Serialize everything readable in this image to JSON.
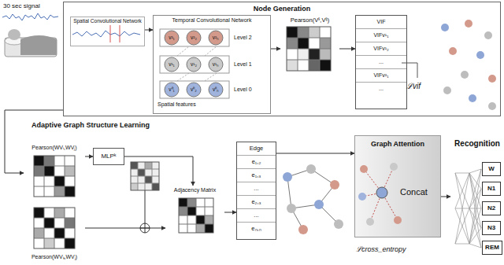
{
  "diagram": {
    "nodes": [
      {
        "text": [
          "Node Generation"
        ]
      },
      {
        "text": [
          "Spatial Convolutional Network"
        ],
        "in": 0
      },
      {
        "text": [
          "Temporal Convolutional Network"
        ],
        "in": 0
      },
      {
        "text": [
          "Pearson(Vˡⁱ,Vˡʲ)"
        ],
        "in": 0
      },
      {
        "text": [
          "VIF",
          "VIFv¹₁",
          "VIFv¹₂",
          "...",
          "VIFv²₁",
          "..."
        ],
        "in": 0
      },
      {
        "text": [
          "Pearson(WVᵢ,WVⱼ)"
        ]
      },
      {
        "text": [
          "Pearson(WVₖ,WVⱼ)"
        ]
      },
      {
        "text": [
          "MLPᵏ"
        ]
      },
      {
        "text": [
          "Adjacency Matrix"
        ]
      },
      {
        "text": [
          "Edge",
          "e₁,₂",
          "e₁,₃",
          "...",
          "e₂,₃",
          "...",
          "eₙ,ₙ"
        ]
      },
      {
        "text": [
          "Graph Attention"
        ]
      },
      {
        "text": [
          "Recognition"
        ]
      },
      {
        "text": [
          "W"
        ],
        "in": 11
      },
      {
        "text": [
          "N1"
        ],
        "in": 11
      },
      {
        "text": [
          "N2"
        ],
        "in": 11
      },
      {
        "text": [
          "N3"
        ],
        "in": 11
      },
      {
        "text": [
          "REM"
        ],
        "in": 11
      }
    ],
    "edges": [
      {
        "from": 1,
        "to": 2,
        "arrow": "to"
      },
      {
        "from": 2,
        "to": 3,
        "arrow": "to"
      },
      {
        "from": 3,
        "to": 4,
        "arrow": "to"
      },
      {
        "from": 0,
        "to": 5,
        "arrow": "to"
      },
      {
        "from": 5,
        "to": 7,
        "arrow": "to"
      },
      {
        "from": 7,
        "to": 8,
        "arrow": "to"
      },
      {
        "from": 6,
        "to": 8,
        "arrow": "to"
      },
      {
        "from": 8,
        "to": 9,
        "arrow": "to"
      },
      {
        "from": 9,
        "to": 10,
        "arrow": "to"
      },
      {
        "from": 10,
        "to": 11,
        "arrow": "to"
      }
    ],
    "labels": [
      "30 sec signal",
      "Level 2",
      "Level 1",
      "Level 0",
      "v²₁",
      "v²₂",
      "v²ₙ",
      "v¹₁",
      "v¹₂",
      "v¹ₙ",
      "v⁰₁",
      "v⁰₂",
      "v⁰ₙ",
      "Spatial features",
      "ℒvif",
      "Adaptive Graph Structure Learning",
      "Concat",
      "ℒcross_entropy"
    ]
  }
}
